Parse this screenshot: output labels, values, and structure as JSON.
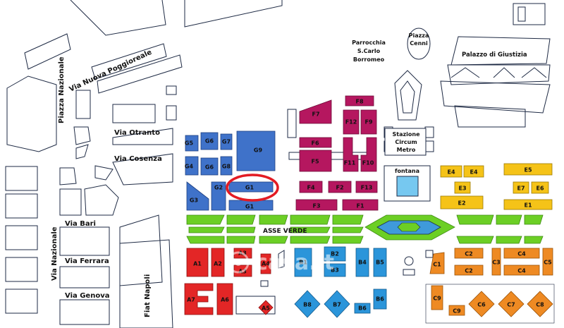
{
  "streets": {
    "poggioreale": "Via Nuova Poggioreale",
    "piazza_nazionale": "Piazza Nazionale",
    "otranto": "Via Otranto",
    "cosenza": "Via Cosenza",
    "bari": "Via Bari",
    "ferrara": "Via Ferrara",
    "genova": "Via Genova",
    "nazionale": "Via Nazionale",
    "fiat": "Fiat Napoli",
    "asse_verde": "ASSE VERDE"
  },
  "landmarks": {
    "parrocchia": [
      "Parrocchia",
      "S.Carlo",
      "Borromeo"
    ],
    "piazza_cenni": [
      "Piazza",
      "Cenni"
    ],
    "palazzo": "Palazzo di Giustizia",
    "stazione": [
      "Stazione",
      "Circum",
      "Metro"
    ],
    "fontana": "fontana"
  },
  "watermark": "casa.it",
  "colors": {
    "blue_g": "#3f72c9",
    "magenta_f": "#b5175f",
    "yellow_e": "#f5c318",
    "green": "#6ccf25",
    "red_a": "#e32626",
    "blue_b": "#2b95da",
    "orange_c": "#ee8a23",
    "highlight": "#e31b23",
    "street_line": "#1e2a44"
  },
  "sectors": {
    "g": [
      "G5",
      "G6",
      "G7",
      "G9",
      "G4",
      "G6",
      "G8",
      "G2",
      "G1",
      "G3",
      "G1"
    ],
    "f": [
      "F8",
      "F7",
      "F12",
      "F9",
      "F6",
      "F5",
      "F11",
      "F10",
      "F4",
      "F2",
      "F13",
      "F3",
      "F1"
    ],
    "e": [
      "E4",
      "E4",
      "E5",
      "E3",
      "E7",
      "E6",
      "E2",
      "E1"
    ],
    "a": [
      "A3",
      "A2",
      "A1",
      "A4",
      "A3",
      "A7",
      "A6",
      "A5"
    ],
    "b": [
      "B1",
      "B2",
      "B3",
      "B4",
      "B5",
      "B8",
      "B7",
      "B6",
      "B6"
    ],
    "c": [
      "C1",
      "C2",
      "C4",
      "C3",
      "C5",
      "C2",
      "C4",
      "C9",
      "C6",
      "C7",
      "C8",
      "C9"
    ]
  },
  "highlighted_sector": "G1"
}
